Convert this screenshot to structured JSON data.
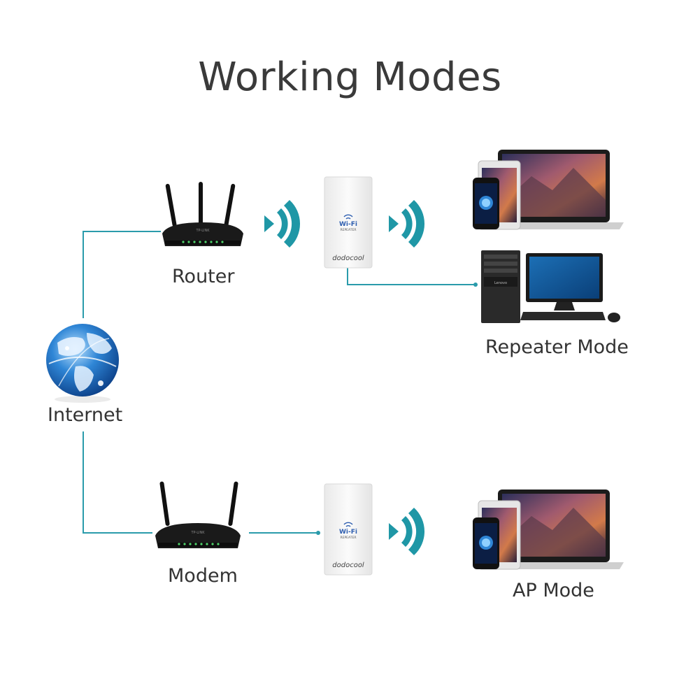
{
  "title": "Working Modes",
  "labels": {
    "router": "Router",
    "internet": "Internet",
    "modem": "Modem",
    "repeater_mode": "Repeater Mode",
    "ap_mode": "AP Mode"
  },
  "device": {
    "brand": "dodocool",
    "wifi_logo": "Wi-Fi",
    "wifi_sub": "REPEATER",
    "router_brand": "TP-LINK",
    "pc_brand": "Lenovo"
  },
  "colors": {
    "connector": "#2a9bab",
    "signal": "#1f97a6",
    "device_body": "#f6f6f6"
  }
}
